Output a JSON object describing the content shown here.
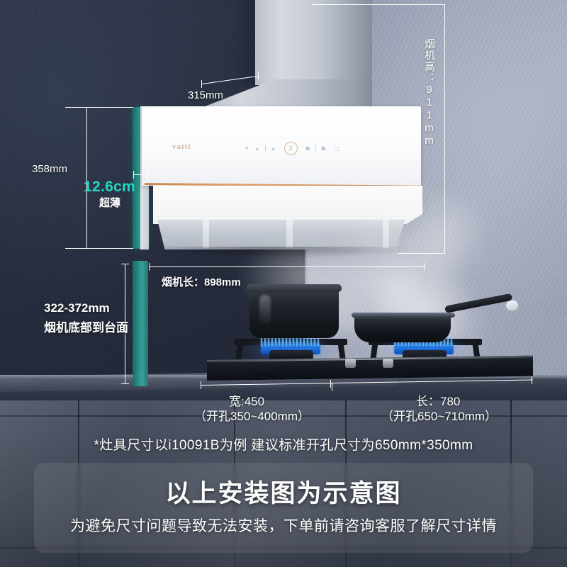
{
  "product": {
    "brand_logo": "vatti",
    "control_panel": {
      "icons": [
        "light-icon",
        "speed-low-icon",
        "speed-high-icon",
        "power-dial-icon",
        "steam-clean-icon",
        "smart-icon",
        "timer-icon"
      ],
      "dial_label": "2"
    }
  },
  "dimensions": {
    "depth_top": "315mm",
    "height_left": "358mm",
    "thin_value": "12.6cm",
    "thin_label": "超薄",
    "hood_height_vertical": "烟机高：911mm",
    "hood_length": "烟机长：898mm",
    "bottom_to_counter_value": "322-372mm",
    "bottom_to_counter_label": "烟机底部到台面",
    "stove_width_value": "宽:450",
    "stove_width_cutout": "（开孔350~400mm）",
    "stove_length_value": "长：780",
    "stove_length_cutout": "（开孔650~710mm）"
  },
  "notes": {
    "footnote": "*灶具尺寸以i10091B为例 建议标准开孔尺寸为650mm*350mm",
    "card_title": "以上安装图为示意图",
    "card_subtitle": "为避免尺寸问题导致无法安装，下单前请咨询客服了解尺寸详情"
  },
  "colors": {
    "accent_cyan": "#1fd8c4",
    "teal_bar": "#2a8c84",
    "wall_dark": "#2b3345",
    "wall_light": "#9aa2b5",
    "copper_trim": "#d09058",
    "flame_blue": "#1766d8"
  }
}
